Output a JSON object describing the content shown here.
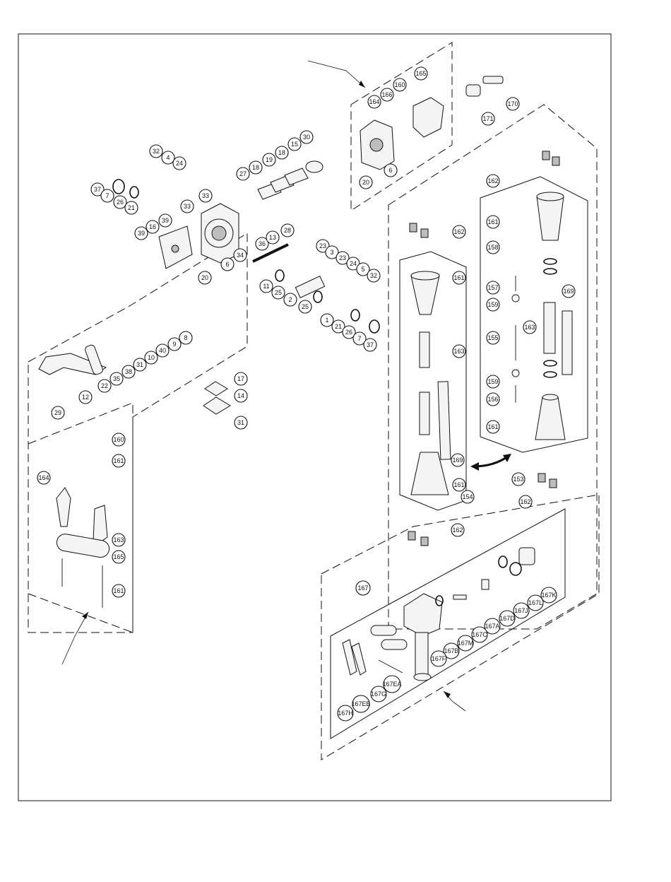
{
  "callouts": {
    "c32a": "32",
    "c4": "4",
    "c24a": "24",
    "c37a": "37",
    "c7a": "7",
    "c26a": "26",
    "c21a": "21",
    "c33a": "33",
    "c33b": "33",
    "c39a": "39",
    "c16": "16",
    "c39b": "39",
    "c34": "34",
    "c6a": "6",
    "c20a": "20",
    "c27": "27",
    "c18a": "18",
    "c19": "19",
    "c18b": "18",
    "c15": "15",
    "c30": "30",
    "c28": "28",
    "c36": "36",
    "c13": "13",
    "c23a": "23",
    "c3": "3",
    "c23b": "23",
    "c24b": "24",
    "c5": "5",
    "c32b": "32",
    "c11": "11",
    "c25a": "25",
    "c2": "2",
    "c25b": "25",
    "c1": "1",
    "c21b": "21",
    "c26b": "26",
    "c7b": "7",
    "c37b": "37",
    "c8": "8",
    "c9": "9",
    "c40": "40",
    "c10": "10",
    "c31a": "31",
    "c38": "38",
    "c35": "35",
    "c22": "22",
    "c12": "12",
    "c29": "29",
    "c17": "17",
    "c14": "14",
    "c31b": "31",
    "c160a": "160",
    "c161a": "161",
    "c164a": "164",
    "c163a": "163",
    "c165a": "165",
    "c161b": "161",
    "c165b": "165",
    "c166": "166",
    "c164b": "164",
    "c160b": "160",
    "c6b": "6",
    "c20b": "20",
    "c171": "171",
    "c170": "170",
    "c162a": "162",
    "c162b": "162",
    "c161c": "161",
    "c163b": "163",
    "c169a": "169",
    "c161d": "161",
    "c154": "154",
    "c161e": "161",
    "c158": "158",
    "c157": "157",
    "c159a": "159",
    "c155": "155",
    "c159b": "159",
    "c156": "156",
    "c163c": "163",
    "c169b": "169",
    "c161f": "161",
    "c153": "153",
    "c162c": "162",
    "c162d": "162",
    "c167": "167",
    "c167K": "167K",
    "c167L": "167L",
    "c167J": "167J",
    "c167D": "167D",
    "c167A": "167A",
    "c167C": "167C",
    "c167M": "167M",
    "c167B": "167B",
    "c167F": "167F",
    "c167EA": "167EA",
    "c167G": "167G",
    "c167EB": "167EB",
    "c167H": "167H"
  }
}
